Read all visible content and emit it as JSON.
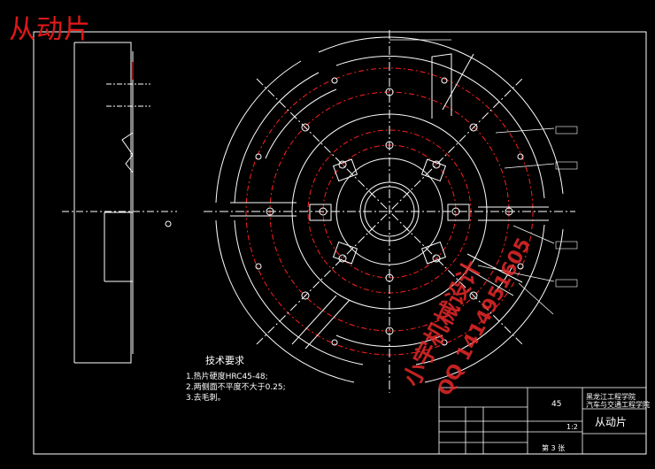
{
  "title": "从动片",
  "watermark": {
    "line1": "小宇机械设计",
    "line2": "QQ 1414951605"
  },
  "tech_requirements": {
    "heading": "技术要求",
    "items": [
      "1.热片硬度HRC45-48;",
      "2.两侧面不平度不大于0.25;",
      "3.去毛刺。"
    ]
  },
  "title_block": {
    "material": "45",
    "school_line1": "黑龙江工程学院",
    "school_line2": "汽车与交通工程学院",
    "part_name": "从动片",
    "sheet": "第 3 张",
    "scale": "1:2"
  },
  "colors": {
    "background": "#000000",
    "lines": "#ffffff",
    "center_lines": "#ff2020",
    "cyan_notes": "#00e5ff",
    "title_red": "#e01818"
  }
}
